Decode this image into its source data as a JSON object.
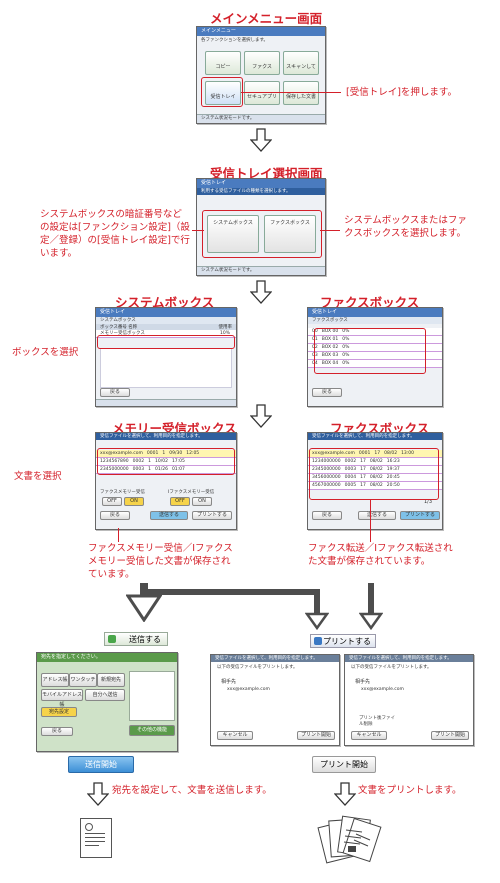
{
  "titles": {
    "main_menu": "メインメニュー画面",
    "inbox_select": "受信トレイ選択画面",
    "system_box": "システムボックス",
    "fax_box": "ファクスボックス",
    "memory_rx_box": "メモリー受信ボックス",
    "fax_box2": "ファクスボックス"
  },
  "notes": {
    "press_inbox": "[受信トレイ]を押します。",
    "system_box_pin": "システムボックスの暗証番号などの設定は[ファンクション設定]（設定／登録）の[受信トレイ設定]で行います。",
    "select_system_or_fax": "システムボックスまたはファクスボックスを選択します。",
    "select_box": "ボックスを選択",
    "select_doc": "文書を選択",
    "memory_rx_note": "ファクスメモリー受信／Iファクスメモリー受信した文書が保存されています。",
    "fax_forward_note": "ファクス転送／Iファクス転送された文書が保存されています。",
    "send_note": "宛先を設定して、文書を送信します。",
    "print_note": "文書をプリントします。"
  },
  "actions": {
    "send_tab": "送信する",
    "print_tab": "プリントする",
    "send_start": "送信開始",
    "print_start": "プリント開始"
  },
  "screens": {
    "main": {
      "header": "メインメニュー",
      "msg": "各ファンクションを選択します。",
      "tiles": [
        "コピー",
        "ファクス",
        "スキャンして送信",
        "受信トレイ",
        "セキュアプリント",
        "保存した文書の利用"
      ],
      "status": "システム状況モードです。"
    },
    "inbox": {
      "header": "受信トレイ",
      "msg": "利用する受信ファイルの種類を選択します。",
      "tiles": [
        "システムボックス",
        "ファクスボックス"
      ],
      "status": "システム状況モードです。"
    },
    "sysbox": {
      "header": "受信トレイ",
      "tab": "システムボックス",
      "col1": "ボックス番号 名称",
      "col2": "使用率",
      "rows": [
        "メモリー受信ボックス"
      ],
      "usage": "10%",
      "back": "戻る"
    },
    "faxbox": {
      "header": "受信トレイ",
      "tab": "ファクスボックス",
      "rows": [
        {
          "no": "00",
          "name": "BOX 00",
          "pct": "0%"
        },
        {
          "no": "01",
          "name": "BOX 01",
          "pct": "0%"
        },
        {
          "no": "02",
          "name": "BOX 02",
          "pct": "0%"
        },
        {
          "no": "03",
          "name": "BOX 03",
          "pct": "0%"
        },
        {
          "no": "04",
          "name": "BOX 04",
          "pct": "0%"
        }
      ],
      "back": "戻る"
    },
    "memrx": {
      "header": "受信ファイルを選択して、利用目的を指定します。",
      "rows": [
        {
          "name": "xxx@example.com",
          "no": "0001",
          "pages": "1",
          "date": "09/30",
          "time": "12:05"
        },
        {
          "name": "1234567890",
          "no": "0002",
          "pages": "1",
          "date": "10/02",
          "time": "17:05"
        },
        {
          "name": "2345000000",
          "no": "0003",
          "pages": "1",
          "date": "01/26",
          "time": "01:07"
        }
      ],
      "settings": "ファクスメモリー受信",
      "settings2": "Iファクスメモリー受信",
      "off": "OFF",
      "on": "ON",
      "back": "戻る",
      "send": "送信する",
      "print": "プリントする"
    },
    "faxdoc": {
      "header": "受信ファイルを選択して、利用目的を指定します。",
      "rows": [
        {
          "name": "xxx@example.com",
          "no": "0001",
          "pages": "17",
          "date": "08/02",
          "time": "13:00"
        },
        {
          "name": "1234000000",
          "no": "0002",
          "pages": "17",
          "date": "08/02",
          "time": "16:23"
        },
        {
          "name": "2345000000",
          "no": "0003",
          "pages": "17",
          "date": "08/02",
          "time": "19:37"
        },
        {
          "name": "3456000000",
          "no": "0004",
          "pages": "17",
          "date": "08/02",
          "time": "20:45"
        },
        {
          "name": "4567000000",
          "no": "0005",
          "pages": "17",
          "date": "08/02",
          "time": "20:50"
        }
      ],
      "page": "1/3",
      "back": "戻る",
      "send": "送信する",
      "print": "プリントする"
    },
    "send": {
      "header": "宛先を指定してください。",
      "btns": [
        "アドレス帳",
        "ワンタッチ",
        "新規宛先",
        "モバイルアドレス帳",
        "自分へ送信",
        "宛先設定"
      ],
      "back": "戻る",
      "other": "その他の機能"
    },
    "print1": {
      "header": "受信ファイルを選択して、利用目的を指定します。",
      "msg": "以下の受信ファイルをプリントします。",
      "sender": "相手先",
      "addr": "xxx@example.com",
      "cancel": "キャンセル",
      "start": "プリント開始"
    },
    "print2": {
      "header": "受信ファイルを選択して、利用目的を指定します。",
      "msg": "以下の受信ファイルをプリントします。",
      "sender": "相手先",
      "addr": "xxx@example.com",
      "opt": "プリント後ファイル削除",
      "cancel": "キャンセル",
      "start": "プリント開始"
    }
  }
}
